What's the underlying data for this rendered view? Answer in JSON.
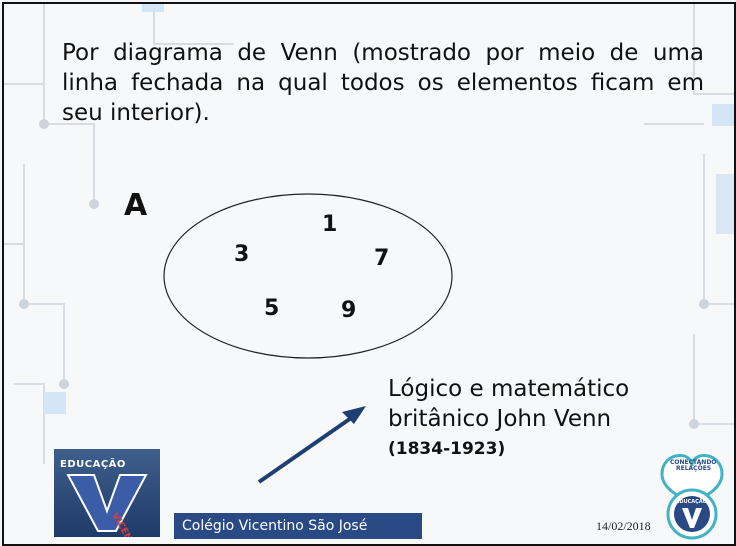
{
  "slide": {
    "paragraph": "Por diagrama de Venn (mostrado por meio de uma linha fechada na qual todos os elementos ficam em seu interior).",
    "set_label": "A",
    "elements": [
      "1",
      "3",
      "7",
      "5",
      "9"
    ],
    "caption_line1": "Lógico e matemático",
    "caption_line2": "britânico John Venn",
    "caption_line3": "(1834-1923)"
  },
  "footer": {
    "school_name": "Colégio Vicentino São José",
    "date": "14/02/2018",
    "logo_left_text": "EDUCAÇÃO",
    "logo_left_text2": "VICENTINA",
    "logo_right_text1": "CONECTANDO",
    "logo_right_text2": "RELAÇÕES",
    "logo_right_text3": "EDUCAÇÃO"
  },
  "colors": {
    "arrow": "#1f3e73",
    "footer_bar": "#2a4a86",
    "logo_blue": "#2a4a86"
  }
}
